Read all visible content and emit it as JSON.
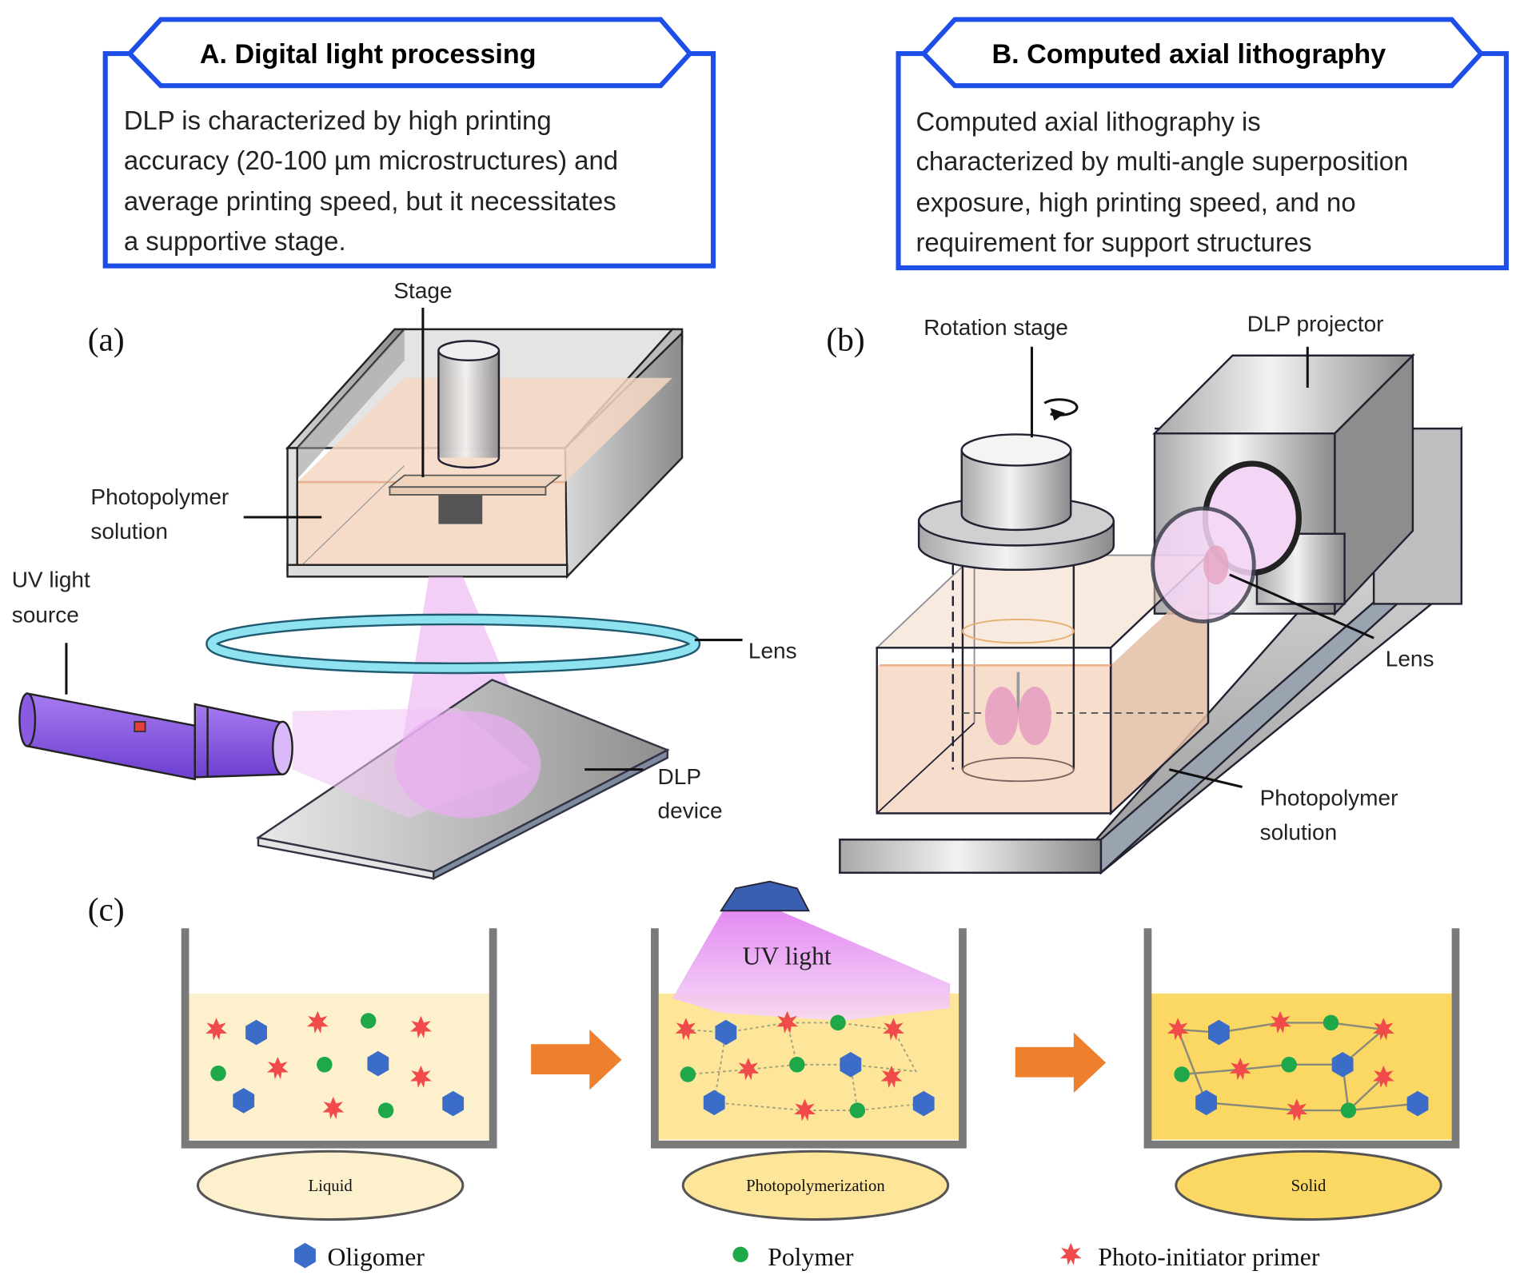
{
  "panel_A": {
    "title": "A. Digital light processing",
    "body_lines": [
      "DLP is characterized by high printing",
      "accuracy (20-100 µm microstructures) and",
      "average printing speed, but it necessitates",
      "a supportive stage."
    ]
  },
  "panel_B": {
    "title": "B. Computed axial lithography",
    "body_lines": [
      "Computed axial lithography is",
      "characterized by multi-angle superposition",
      "exposure, high printing speed, and no",
      "requirement for support structures"
    ]
  },
  "diagram_a": {
    "letter": "(a)",
    "labels": {
      "stage": "Stage",
      "photopolymer_1": "Photopolymer",
      "photopolymer_2": "solution",
      "uv_1": "UV light",
      "uv_2": "source",
      "lens": "Lens",
      "dlp_1": "DLP",
      "dlp_2": "device"
    }
  },
  "diagram_b": {
    "letter": "(b)",
    "labels": {
      "rotation_stage": "Rotation stage",
      "dlp_projector": "DLP projector",
      "lens": "Lens",
      "photopolymer_1": "Photopolymer",
      "photopolymer_2": "solution"
    }
  },
  "diagram_c": {
    "letter": "(c)",
    "uv_light": "UV light",
    "stages": [
      {
        "name": "Liquid",
        "fill": "#fdf0cc"
      },
      {
        "name": "Photopolymerization",
        "fill": "#fde59a"
      },
      {
        "name": "Solid",
        "fill": "#fbd763"
      }
    ],
    "legend": [
      {
        "symbol": "hexagon",
        "label": "Oligomer",
        "color": "#3a6cc8"
      },
      {
        "symbol": "circle",
        "label": "Polymer",
        "color": "#1ea84a"
      },
      {
        "symbol": "star",
        "label": "Photo-initiator primer",
        "color": "#f04a4a"
      }
    ]
  },
  "colors": {
    "box_border": "#1d4ee8",
    "uv_purple": "#8a5ae0",
    "lens_cyan": "#8fe3f0",
    "resin": "#f5d7c3",
    "arrow_orange": "#ee7f2d"
  }
}
